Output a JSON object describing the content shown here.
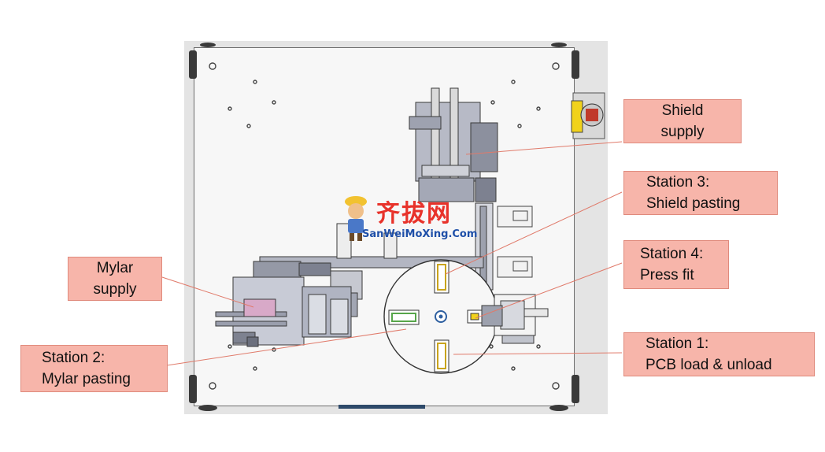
{
  "callouts": {
    "shield_supply": {
      "line1": "Shield",
      "line2": "supply"
    },
    "station3": {
      "line1": "Station 3:",
      "line2": "Shield pasting"
    },
    "station4": {
      "line1": "Station 4:",
      "line2": "Press fit"
    },
    "station1": {
      "line1": "Station 1:",
      "line2": "PCB load & unload"
    },
    "mylar_supply": {
      "line1": "Mylar",
      "line2": "supply"
    },
    "station2": {
      "line1": "Station 2:",
      "line2": "Mylar pasting"
    }
  },
  "watermark": {
    "chinese": "齐拔网",
    "latin": "SanWeiMoXing.Com"
  },
  "colors": {
    "callout_fill": "#f7b5aa",
    "leader_line": "#e07a6a",
    "watermark_red": "#e8322a",
    "watermark_blue": "#1e4fa8"
  }
}
